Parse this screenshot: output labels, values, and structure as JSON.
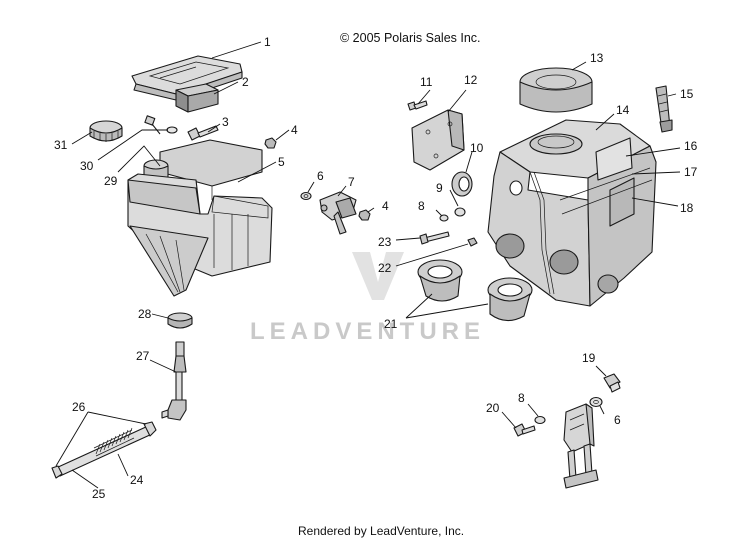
{
  "copyright": "© 2005 Polaris Sales Inc.",
  "watermark": "LEADVENTURE",
  "footer": "Rendered by LeadVenture, Inc.",
  "callouts": {
    "c1": "1",
    "c2": "2",
    "c3": "3",
    "c4a": "4",
    "c4b": "4",
    "c5": "5",
    "c6a": "6",
    "c6b": "6",
    "c7": "7",
    "c8a": "8",
    "c8b": "8",
    "c9": "9",
    "c10": "10",
    "c11": "11",
    "c12": "12",
    "c13": "13",
    "c14": "14",
    "c15": "15",
    "c16": "16",
    "c17": "17",
    "c18": "18",
    "c19": "19",
    "c20": "20",
    "c21": "21",
    "c22": "22",
    "c23": "23",
    "c24": "24",
    "c25": "25",
    "c26": "26",
    "c27": "27",
    "c28": "28",
    "c29": "29",
    "c30": "30",
    "c31": "31"
  }
}
